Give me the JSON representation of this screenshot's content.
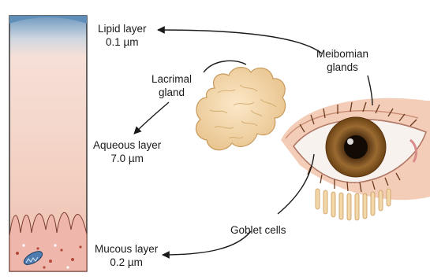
{
  "labels": {
    "lipid_layer": "Lipid layer",
    "lipid_thickness": "0.1 µm",
    "meibomian_line1": "Meibomian",
    "meibomian_line2": "glands",
    "lacrimal_line1": "Lacrimal",
    "lacrimal_line2": "gland",
    "aqueous_layer": "Aqueous layer",
    "aqueous_thickness": "7.0 µm",
    "goblet_cells": "Goblet cells",
    "mucous_layer": "Mucous layer",
    "mucous_thickness": "0.2 µm"
  },
  "colors": {
    "lipid": "#5f8fb8",
    "aqueous": "#f3d3c5",
    "mucous": "#f0b9b0",
    "gland": "#f2d7a8",
    "iris": "#8a5a24",
    "skin": "#f4cdb8",
    "arrow": "#1a1a1a"
  }
}
